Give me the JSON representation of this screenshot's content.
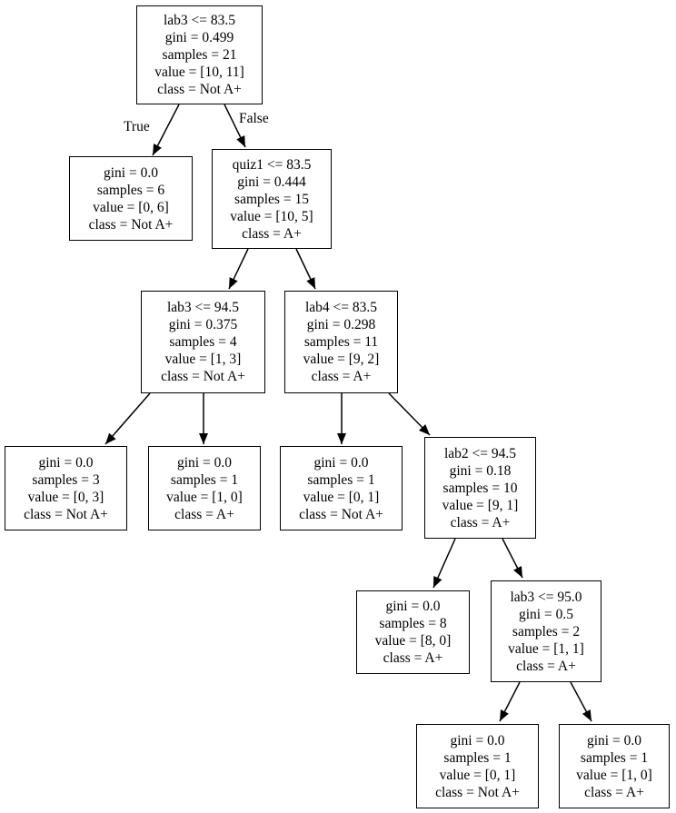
{
  "diagram": {
    "type": "decision-tree",
    "colors": {
      "node_border": "#000000",
      "node_fill": "#ffffff",
      "text": "#000000",
      "edge": "#000000"
    },
    "edge_labels": {
      "true_label": "True",
      "false_label": "False"
    },
    "nodes": {
      "root": {
        "lines": [
          "lab3 <= 83.5",
          "gini = 0.499",
          "samples = 21",
          "value = [10, 11]",
          "class = Not A+"
        ]
      },
      "true_leaf": {
        "lines": [
          "gini = 0.0",
          "samples = 6",
          "value = [0, 6]",
          "class = Not A+"
        ]
      },
      "quiz1": {
        "lines": [
          "quiz1 <= 83.5",
          "gini = 0.444",
          "samples = 15",
          "value = [10, 5]",
          "class = A+"
        ]
      },
      "lab3_mid": {
        "lines": [
          "lab3 <= 94.5",
          "gini = 0.375",
          "samples = 4",
          "value = [1, 3]",
          "class = Not A+"
        ]
      },
      "lab4": {
        "lines": [
          "lab4 <= 83.5",
          "gini = 0.298",
          "samples = 11",
          "value = [9, 2]",
          "class = A+"
        ]
      },
      "leaf_a": {
        "lines": [
          "gini = 0.0",
          "samples = 3",
          "value = [0, 3]",
          "class = Not A+"
        ]
      },
      "leaf_b": {
        "lines": [
          "gini = 0.0",
          "samples = 1",
          "value = [1, 0]",
          "class = A+"
        ]
      },
      "leaf_c": {
        "lines": [
          "gini = 0.0",
          "samples = 1",
          "value = [0, 1]",
          "class = Not A+"
        ]
      },
      "lab2": {
        "lines": [
          "lab2 <= 94.5",
          "gini = 0.18",
          "samples = 10",
          "value = [9, 1]",
          "class = A+"
        ]
      },
      "leaf_e": {
        "lines": [
          "gini = 0.0",
          "samples = 8",
          "value = [8, 0]",
          "class = A+"
        ]
      },
      "lab3_deep": {
        "lines": [
          "lab3 <= 95.0",
          "gini = 0.5",
          "samples = 2",
          "value = [1, 1]",
          "class = A+"
        ]
      },
      "leaf_g": {
        "lines": [
          "gini = 0.0",
          "samples = 1",
          "value = [0, 1]",
          "class = Not A+"
        ]
      },
      "leaf_h": {
        "lines": [
          "gini = 0.0",
          "samples = 1",
          "value = [1, 0]",
          "class = A+"
        ]
      }
    }
  }
}
